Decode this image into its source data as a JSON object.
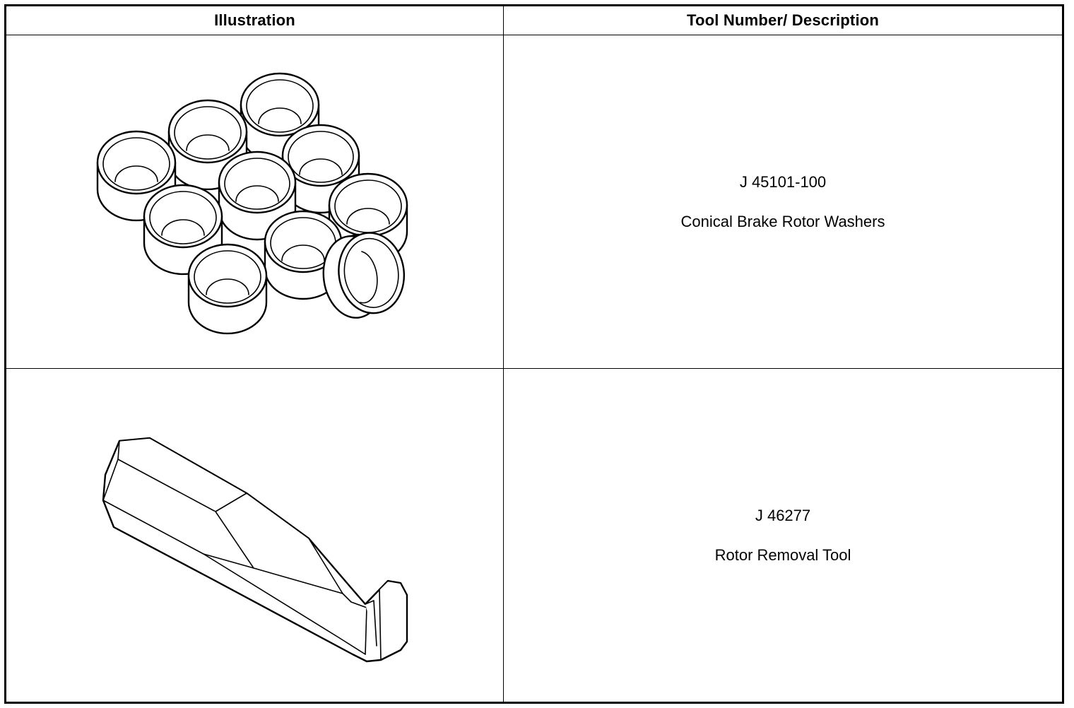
{
  "table": {
    "headers": {
      "illustration": "Illustration",
      "tool": "Tool Number/ Description"
    },
    "rows": [
      {
        "illustration_icon": "conical-washers-icon",
        "tool_number": "J 45101-100",
        "description": "Conical Brake Rotor Washers"
      },
      {
        "illustration_icon": "rotor-removal-tool-icon",
        "tool_number": "J 46277",
        "description": "Rotor Removal Tool"
      }
    ]
  },
  "colors": {
    "line": "#000000",
    "background": "#ffffff"
  }
}
